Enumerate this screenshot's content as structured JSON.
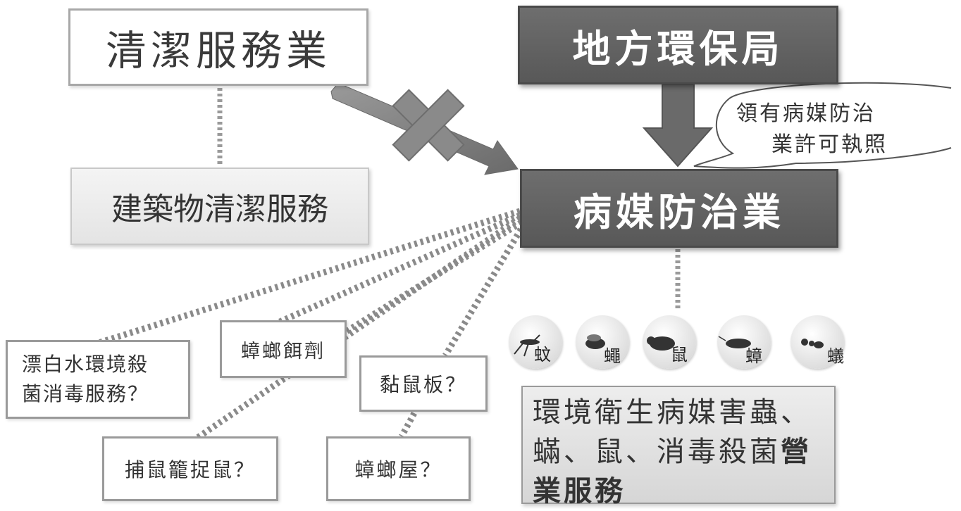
{
  "boxes": {
    "cleaning_industry": "清潔服務業",
    "building_cleaning": "建築物清潔服務",
    "local_epb": "地方環保局",
    "pest_control_industry": "病媒防治業",
    "bleach_service_line1": "漂白水環境殺",
    "bleach_service_line2": "菌消毒服務？",
    "cockroach_bait": "蟑螂餌劑",
    "glue_board": "黏鼠板？",
    "rat_trap": "捕鼠籠捉鼠？",
    "cockroach_house": "蟑螂屋？"
  },
  "bubble": {
    "line1": "領有病媒防治",
    "line2": "業許可執照"
  },
  "pests": [
    "蚊",
    "蠅",
    "鼠",
    "蟑",
    "蟻"
  ],
  "service": {
    "line1": "環境衛生病媒害蟲、",
    "line2_regular": "蟎、鼠、消毒殺菌",
    "line2_bold": "營",
    "line3_bold": "業服務"
  },
  "colors": {
    "dark_box": "#5f5f5f",
    "arrow": "#7a7a7a",
    "cross": "#8a8a8a",
    "dotted_line": "#9a9a9a"
  }
}
